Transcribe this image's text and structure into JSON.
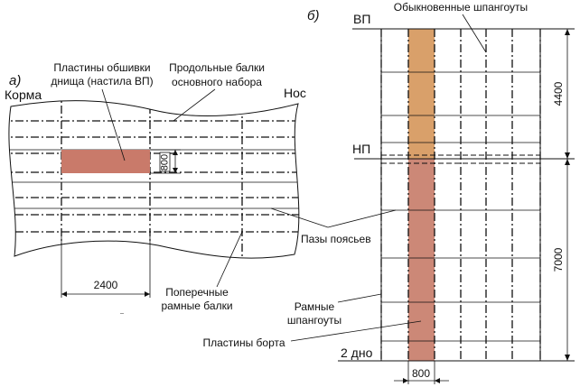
{
  "part_a": {
    "label": "а)",
    "stern": "Корма",
    "bow": "Нос",
    "bottom_plates": "Пластины обшивки",
    "bottom_plates_2": "днища (настила ВП)",
    "longitudinal_beams": "Продольные балки",
    "longitudinal_beams_2": "основного набора",
    "transverse_beams": "Поперечные",
    "transverse_beams_2": "рамные балки",
    "strake_seams": "Пазы поясьев",
    "dim_width": "2400",
    "dim_height": "800"
  },
  "part_b": {
    "label": "б)",
    "upper_deck": "ВП",
    "lower_deck": "НП",
    "bottom": "2 дно",
    "ordinary_frames": "Обыкновенные шпангоуты",
    "web_frames": "Рамные",
    "web_frames_2": "шпангоуты",
    "side_plates": "Пластины борта",
    "dim_upper": "4400",
    "dim_lower": "7000",
    "dim_width": "800"
  },
  "colors": {
    "bottom_plate": "#c97a6a",
    "side_plate_upper": "#d9a06a",
    "side_plate_lower": "#cc8877",
    "line": "#111111"
  }
}
